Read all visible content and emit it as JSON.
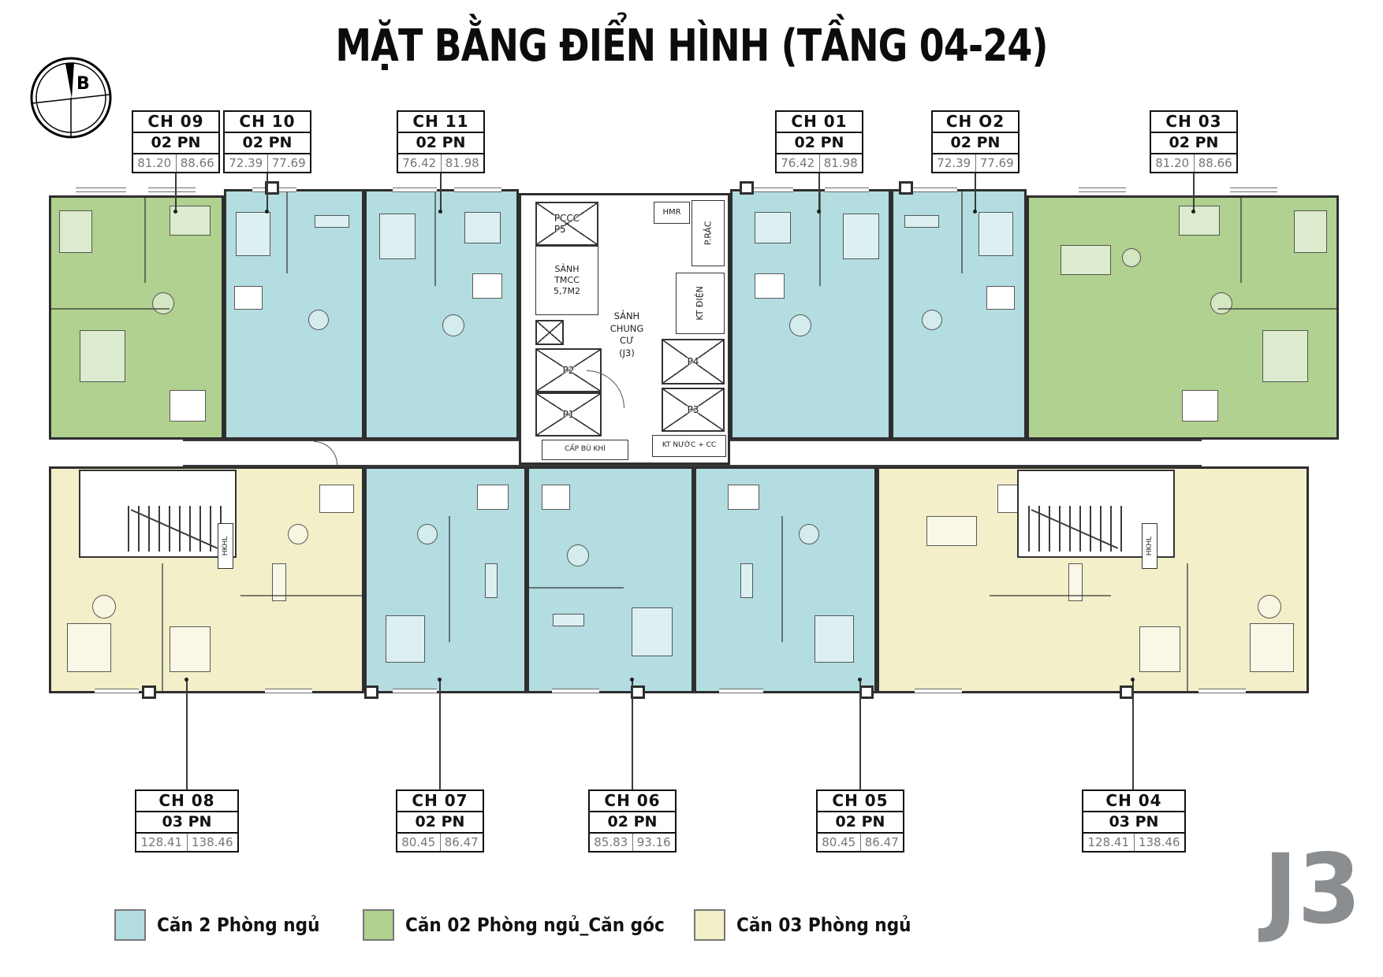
{
  "title": "MẶT BẰNG ĐIỂN HÌNH (TẦNG 04-24)",
  "compass": {
    "north_label": "B"
  },
  "block_label": "J3",
  "units_top": [
    {
      "id": "CH 09",
      "bedrooms": "02 PN",
      "area_net": "81.20",
      "area_gross": "88.66"
    },
    {
      "id": "CH 10",
      "bedrooms": "02 PN",
      "area_net": "72.39",
      "area_gross": "77.69"
    },
    {
      "id": "CH 11",
      "bedrooms": "02 PN",
      "area_net": "76.42",
      "area_gross": "81.98"
    },
    {
      "id": "CH 01",
      "bedrooms": "02 PN",
      "area_net": "76.42",
      "area_gross": "81.98"
    },
    {
      "id": "CH O2",
      "bedrooms": "02 PN",
      "area_net": "72.39",
      "area_gross": "77.69"
    },
    {
      "id": "CH 03",
      "bedrooms": "02 PN",
      "area_net": "81.20",
      "area_gross": "88.66"
    }
  ],
  "units_bottom": [
    {
      "id": "CH 08",
      "bedrooms": "03 PN",
      "area_net": "128.41",
      "area_gross": "138.46"
    },
    {
      "id": "CH 07",
      "bedrooms": "02 PN",
      "area_net": "80.45",
      "area_gross": "86.47"
    },
    {
      "id": "CH 06",
      "bedrooms": "02 PN",
      "area_net": "85.83",
      "area_gross": "93.16"
    },
    {
      "id": "CH 05",
      "bedrooms": "02 PN",
      "area_net": "80.45",
      "area_gross": "86.47"
    },
    {
      "id": "CH 04",
      "bedrooms": "03 PN",
      "area_net": "128.41",
      "area_gross": "138.46"
    }
  ],
  "core": {
    "pccc": "PCCC\nP5",
    "sanh_tmcc": "SẢNH\nTMCC\n5,7M2",
    "p2": "P2",
    "p1": "P1",
    "cap_bu_khi": "CẤP BÙ KHÍ",
    "lobby": "SẢNH\nCHUNG\nCƯ\n(J3)",
    "hmr": "HMR",
    "p_rac": "P.RÁC",
    "kt_dien": "KT ĐIỆN",
    "p4": "P4",
    "p3": "P3",
    "kt_nuoc": "KT NƯỚC + CC",
    "shaft": "HKHL"
  },
  "legend": [
    {
      "label": "Căn 2 Phòng ngủ",
      "color": "#b3dde0"
    },
    {
      "label": "Căn 02 Phòng ngủ_Căn góc",
      "color": "#b1d190"
    },
    {
      "label": "Căn 03 Phòng ngủ",
      "color": "#f2efc9"
    }
  ]
}
